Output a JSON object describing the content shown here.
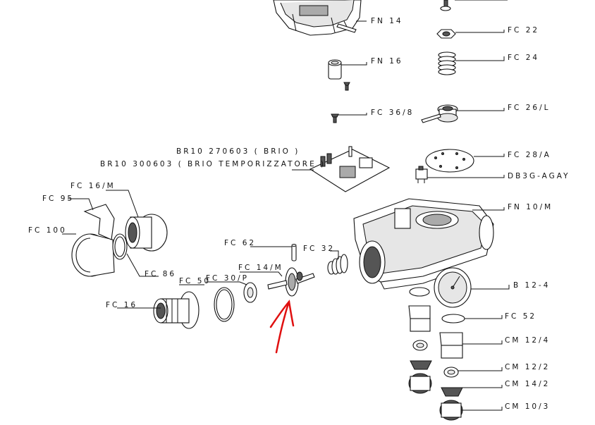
{
  "labels": {
    "fn14": "FN 14",
    "fn16": "FN 16",
    "fc36_8": "FC 36/8",
    "fc22": "FC 22",
    "fc24": "FC 24",
    "fc26l": "FC 26/L",
    "fc28a": "FC 28/A",
    "db3g": "DB3G-AGAY",
    "fn10m": "FN 10/M",
    "br10_brio": "BR10 270603 ( BRIO )",
    "br10_temp": "BR10 300603 ( BRIO TEMPORIZZATORE )",
    "fc16m": "FC 16/M",
    "fc95": "FC 95",
    "fc100": "FC 100",
    "fc86": "FC 86",
    "fc62": "FC 62",
    "fc32": "FC 32",
    "fc14m": "FC 14/M",
    "fc30p": "FC 30/P",
    "fc50": "FC 50",
    "fc16": "FC 16",
    "b12_4": "B 12-4",
    "fc52": "FC 52",
    "cm12_4": "CM 12/4",
    "cm12_2": "CM 12/2",
    "cm14_2": "CM 14/2",
    "cm10_3": "CM 10/3"
  },
  "colors": {
    "line": "#111111",
    "annotation": "#e01010",
    "background": "#ffffff"
  },
  "annotation": {
    "type": "red-hand-drawn-arrow",
    "target": "FC 14/M"
  }
}
